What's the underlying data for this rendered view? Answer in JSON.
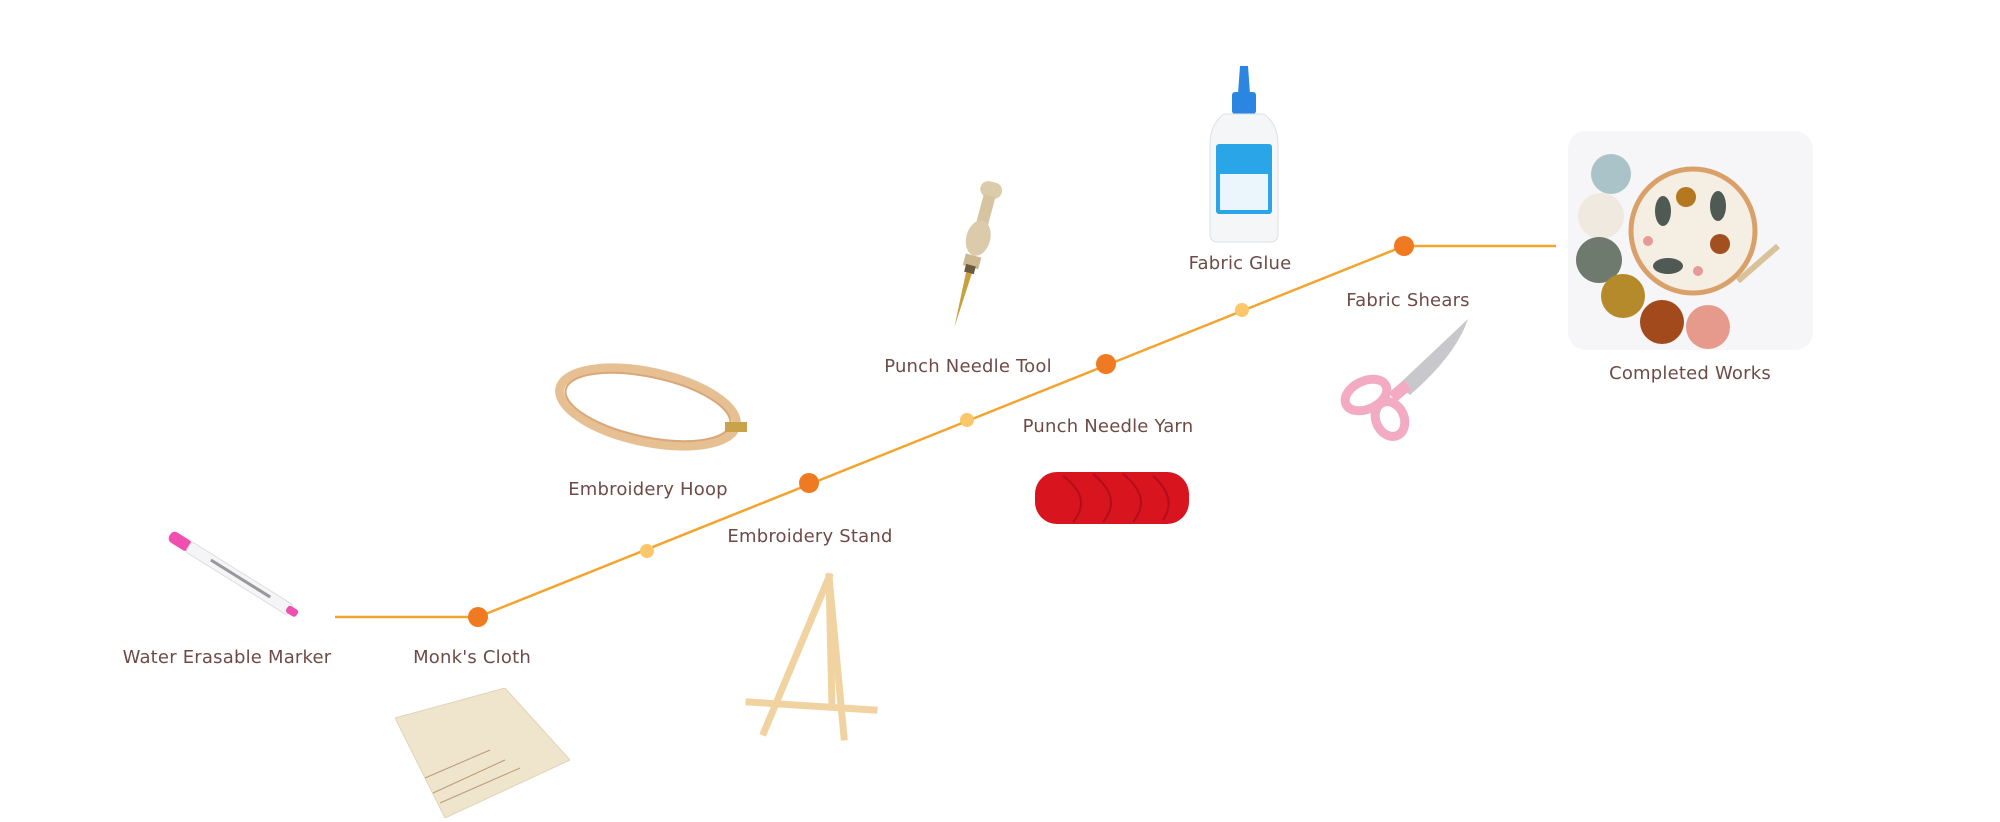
{
  "colors": {
    "line": "#f2a42c",
    "major_dot": "#f07a22",
    "minor_dot": "#fbc76a",
    "label": "#6e4b46"
  },
  "steps": [
    {
      "label": "Water Erasable Marker",
      "icon": "marker-icon"
    },
    {
      "label": "Monk's Cloth",
      "icon": "cloth-icon"
    },
    {
      "label": "Embroidery Hoop",
      "icon": "hoop-icon"
    },
    {
      "label": "Embroidery Stand",
      "icon": "easel-icon"
    },
    {
      "label": "Punch Needle Tool",
      "icon": "punch-needle-icon"
    },
    {
      "label": "Punch Needle Yarn",
      "icon": "yarn-icon"
    },
    {
      "label": "Fabric Glue",
      "icon": "glue-bottle-icon"
    },
    {
      "label": "Fabric Shears",
      "icon": "scissors-icon"
    },
    {
      "label": "Completed Works",
      "icon": "completed-work-photo"
    }
  ]
}
